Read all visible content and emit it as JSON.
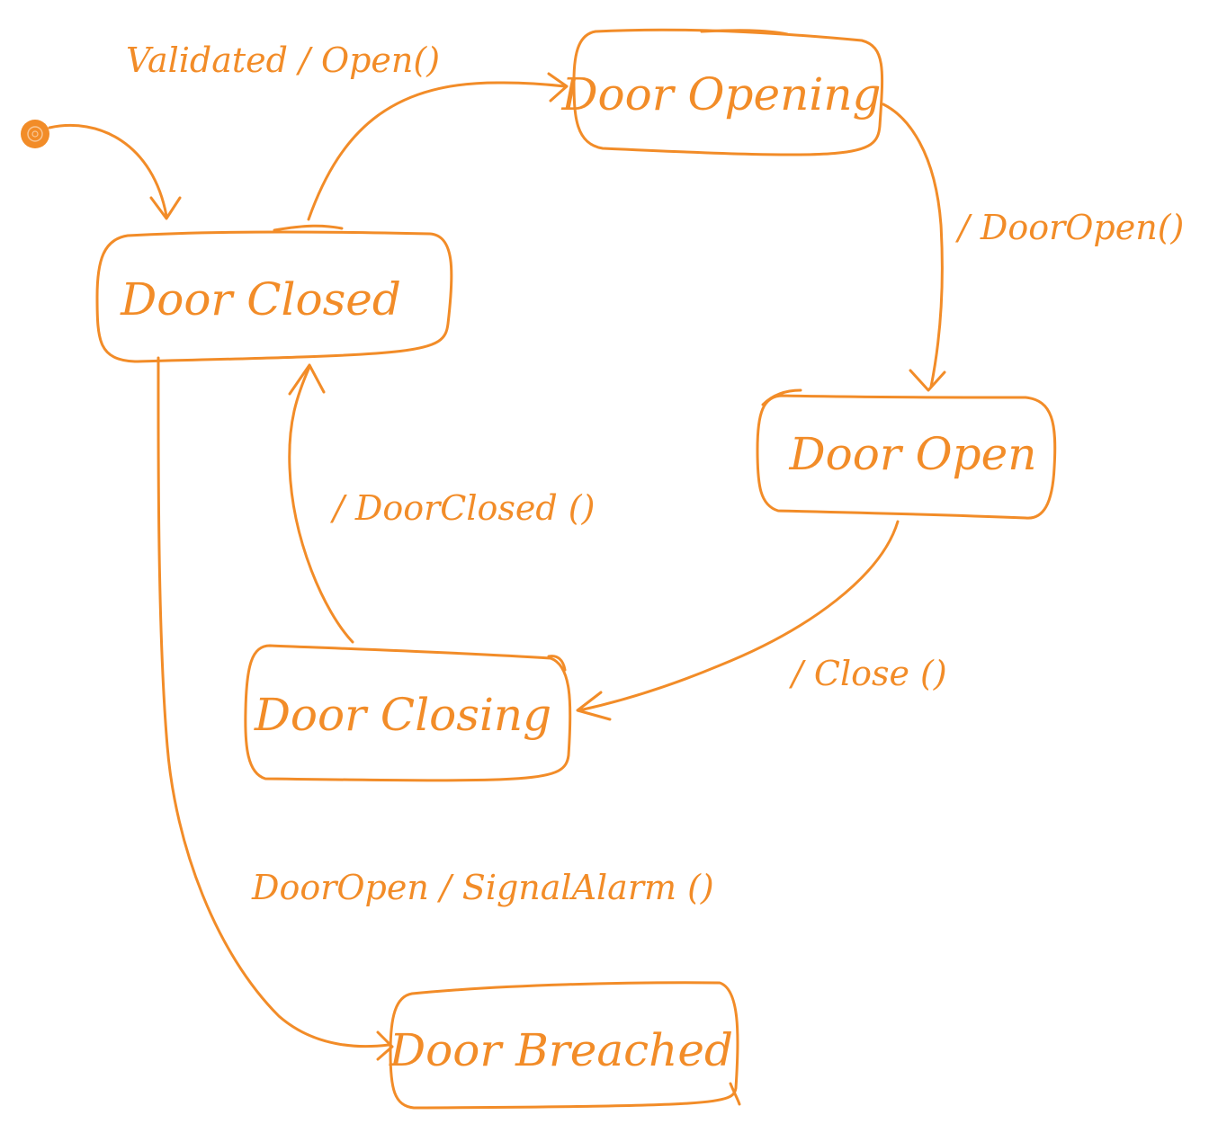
{
  "colors": {
    "ink": "#F28C28",
    "background": "#FFFFFF"
  },
  "diagram": {
    "type": "state-machine",
    "states": [
      {
        "id": "door-closed",
        "label": "Door Closed"
      },
      {
        "id": "door-opening",
        "label": "Door Opening"
      },
      {
        "id": "door-open",
        "label": "Door Open"
      },
      {
        "id": "door-closing",
        "label": "Door Closing"
      },
      {
        "id": "door-breached",
        "label": "Door Breached"
      }
    ],
    "transitions": [
      {
        "id": "initial",
        "from": "start",
        "to": "door-closed",
        "label": ""
      },
      {
        "id": "closed-to-opening",
        "from": "door-closed",
        "to": "door-opening",
        "label": "Validated / Open()"
      },
      {
        "id": "opening-to-open",
        "from": "door-opening",
        "to": "door-open",
        "label": "/ DoorOpen()"
      },
      {
        "id": "open-to-closing",
        "from": "door-open",
        "to": "door-closing",
        "label": "/ Close ()"
      },
      {
        "id": "closing-to-closed",
        "from": "door-closing",
        "to": "door-closed",
        "label": "/ DoorClosed ()"
      },
      {
        "id": "closed-to-breached",
        "from": "door-closed",
        "to": "door-breached",
        "label": "DoorOpen / SignalAlarm ()"
      }
    ]
  }
}
